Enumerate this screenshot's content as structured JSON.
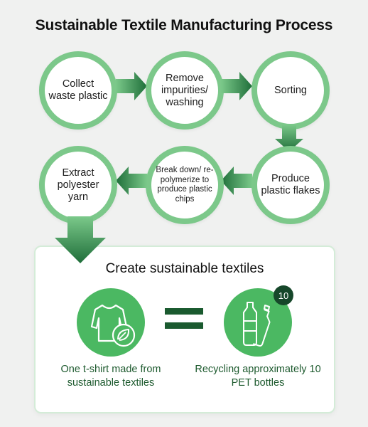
{
  "title": "Sustainable Textile Manufacturing Process",
  "steps": [
    {
      "label": "Collect waste plastic"
    },
    {
      "label": "Remove impurities/ washing"
    },
    {
      "label": "Sorting"
    },
    {
      "label": "Produce plastic flakes"
    },
    {
      "label": "Break down/ re-polymerize to produce plastic chips"
    },
    {
      "label": "Extract polyester yarn"
    }
  ],
  "result": {
    "title": "Create sustainable textiles",
    "left_caption": "One t-shirt made from sustainable textiles",
    "right_caption": "Recycling approximately 10 PET bottles",
    "bottle_count": "10",
    "left_icon": "t-shirt-leaf-icon",
    "right_icon": "pet-bottles-icon"
  },
  "colors": {
    "ring": "#7cc88a",
    "arrow_dark": "#1f6e3a",
    "arrow_light": "#6cc17e",
    "icon_bg": "#4bb862",
    "badge_bg": "#16472a",
    "caption": "#1d5a2e"
  }
}
